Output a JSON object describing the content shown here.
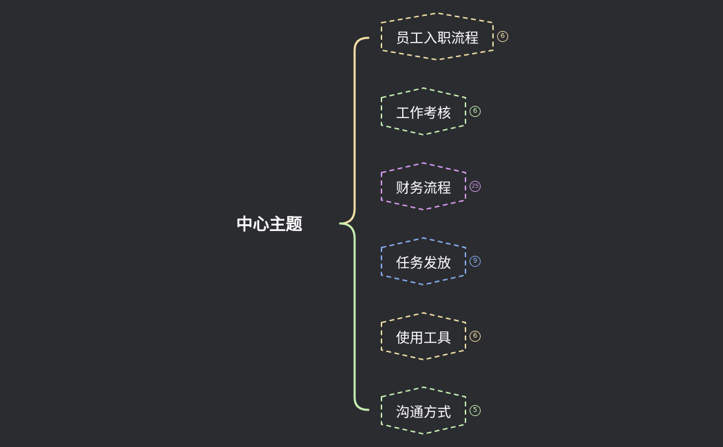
{
  "central_topic": {
    "label": "中心主题"
  },
  "branch_colors": {
    "upper": "#f3dfa6",
    "lower": "#c6f0b3"
  },
  "topics": [
    {
      "label": "员工入职流程",
      "badge": "6",
      "color": "#f3dfa6"
    },
    {
      "label": "工作考核",
      "badge": "6",
      "color": "#c6f0b3"
    },
    {
      "label": "财务流程",
      "badge": "25",
      "color": "#d59cf0"
    },
    {
      "label": "任务发放",
      "badge": "9",
      "color": "#86aef2"
    },
    {
      "label": "使用工具",
      "badge": "6",
      "color": "#f3dfa6"
    },
    {
      "label": "沟通方式",
      "badge": "5",
      "color": "#c6f0b3"
    }
  ]
}
